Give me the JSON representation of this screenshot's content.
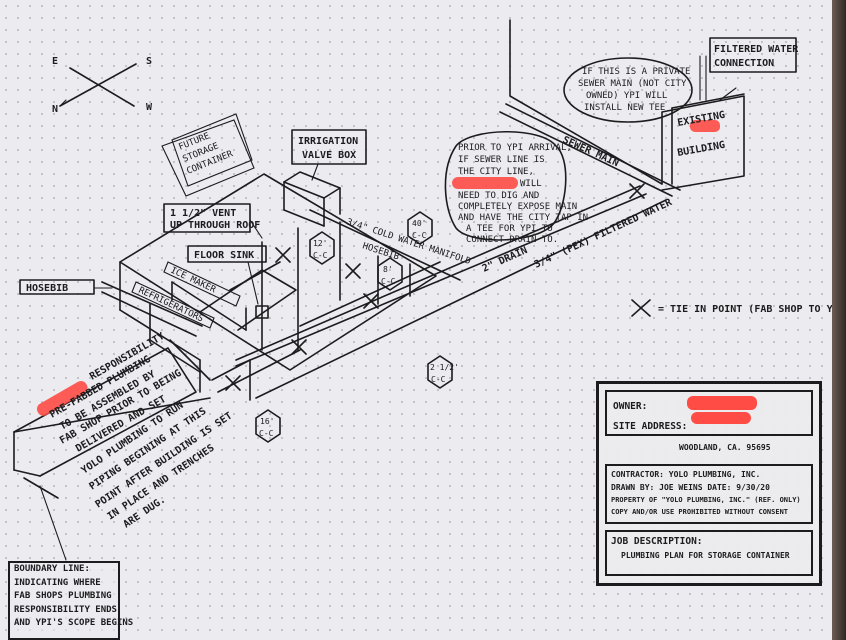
{
  "compass": {
    "east": "E",
    "south": "S",
    "north": "N",
    "west": "W"
  },
  "labels": {
    "future_storage": [
      "FUTURE",
      "STORAGE",
      "CONTAINER"
    ],
    "irrigation_valve_box": [
      "IRRIGATION",
      "VALVE BOX"
    ],
    "vent": [
      "1 1/2\" VENT",
      "UP THROUGH ROOF"
    ],
    "floor_sink": "FLOOR SINK",
    "ice_maker": "ICE MAKER",
    "refrigerators": "REFRIGERATORS",
    "hose_bib": "HOSEBIB",
    "cold_water_manifold": "3/4\" COLD WATER MANIFOLD",
    "hose_bib_small": "HOSEBIB",
    "drain": "2\" DRAIN",
    "filtered_water": "3/4\" (PEX) FILTERED WATER",
    "sewer_main": "SEWER MAIN",
    "existing_building": [
      "EXISTING",
      "BUILDING"
    ],
    "filtered_water_connection": [
      "FILTERED WATER",
      "CONNECTION"
    ],
    "private_sewer_note": [
      "IF THIS IS A PRIVATE",
      "SEWER MAIN (NOT CITY",
      "OWNED) YPI WILL",
      "INSTALL NEW TEE",
      "..."
    ],
    "city_note": [
      "PRIOR TO YPI ARRIVAL,",
      "IF SEWER LINE IS",
      "THE CITY LINE,",
      "WILL",
      "NEED TO DIG AND",
      "COMPLETELY EXPOSE MAIN",
      "AND HAVE THE CITY TAP IN",
      "A TEE FOR YPI TO",
      "CONNECT DRAIN TO."
    ],
    "tie_in_legend": "= TIE IN POINT (FAB SHOP TO YPI)",
    "responsibility": "RESPONSIBILITY",
    "prefab": [
      "PRE-FABBED PLUMBING",
      "TO BE ASSEMBLED BY",
      "FAB SHOP PRIOR TO BEING",
      "DELIVERED AND SET"
    ],
    "yolo_note": [
      "YOLO PLUMBING TO RUN",
      "PIPING BEGINING AT THIS",
      "POINT AFTER BUILDING IS SET",
      "IN PLACE AND TRENCHES",
      "ARE DUG."
    ],
    "boundary": [
      "BOUNDARY LINE:",
      "INDICATING WHERE",
      "FAB SHOPS PLUMBING",
      "RESPONSIBILITY ENDS",
      "AND YPI'S SCOPE BEGINS"
    ]
  },
  "hex_tags": [
    {
      "top": "40'",
      "bottom": "C-C"
    },
    {
      "top": "12'",
      "bottom": "C-C"
    },
    {
      "top": "8'",
      "bottom": "C-C"
    },
    {
      "top": "2 1/2'",
      "bottom": "C-C"
    },
    {
      "top": "16'",
      "bottom": "C-C"
    }
  ],
  "title_block": {
    "owner_label": "OWNER:",
    "site_label": "SITE ADDRESS:",
    "city": "WOODLAND, CA. 95695",
    "contractor": "CONTRACTOR: YOLO PLUMBING, INC.",
    "drawn_by": "DRAWN BY: JOE WEINS  DATE: 9/30/20",
    "property": "PROPERTY OF \"YOLO PLUMBING, INC.\" (REF. ONLY)",
    "copy": "COPY AND/OR USE PROHIBITED WITHOUT CONSENT",
    "job_label": "JOB DESCRIPTION:",
    "job_desc": "PLUMBING PLAN FOR STORAGE CONTAINER"
  },
  "colors": {
    "ink": "#1c1c1f",
    "paper": "#ecebef",
    "redaction": "#ff4d45"
  }
}
